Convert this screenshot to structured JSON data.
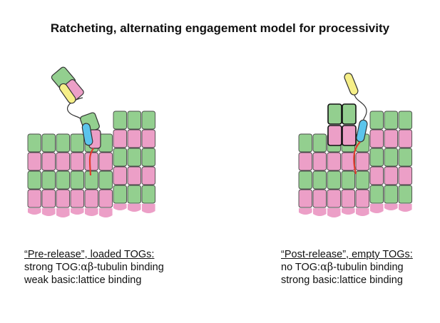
{
  "title": "Ratcheting, alternating engagement model for processivity",
  "captions": {
    "left": {
      "heading": "“Pre-release”, loaded TOGs",
      "heading_tail": ":",
      "line1_pre": "strong TOG:",
      "line1_greek": "αβ",
      "line1_post": "-tubulin binding",
      "line2": "weak basic:lattice binding"
    },
    "right": {
      "heading": "“Post-release”, empty TOGs",
      "heading_tail": ":",
      "line1_pre": "no TOG:",
      "line1_greek": "αβ",
      "line1_post": "-tubulin binding",
      "line2": "strong basic:lattice binding"
    }
  },
  "colors": {
    "green": "#93cf8f",
    "pink": "#ec9fc7",
    "yellow": "#f6ef88",
    "blue": "#5bc4ec",
    "linker_red": "#e23b2b",
    "outline": "#333333"
  }
}
